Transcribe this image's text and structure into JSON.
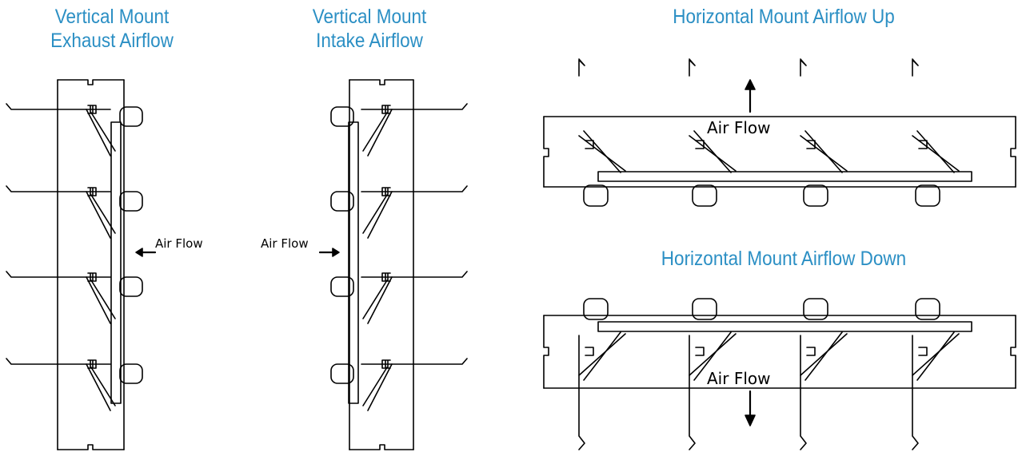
{
  "panels": [
    {
      "id": "vertical-exhaust",
      "title_lines": [
        "Vertical Mount",
        "Exhaust Airflow"
      ],
      "airflow_label": "Air Flow",
      "arrow": "left"
    },
    {
      "id": "vertical-intake",
      "title_lines": [
        "Vertical Mount",
        "Intake Airflow"
      ],
      "airflow_label": "Air Flow",
      "arrow": "right"
    },
    {
      "id": "horizontal-up",
      "title_lines": [
        "Horizontal Mount Airflow Up"
      ],
      "airflow_label": "Air Flow",
      "arrow": "up"
    },
    {
      "id": "horizontal-down",
      "title_lines": [
        "Horizontal Mount Airflow Down"
      ],
      "airflow_label": "Air Flow",
      "arrow": "down"
    }
  ],
  "colors": {
    "title": "#2b8fc4",
    "line": "#000000"
  }
}
